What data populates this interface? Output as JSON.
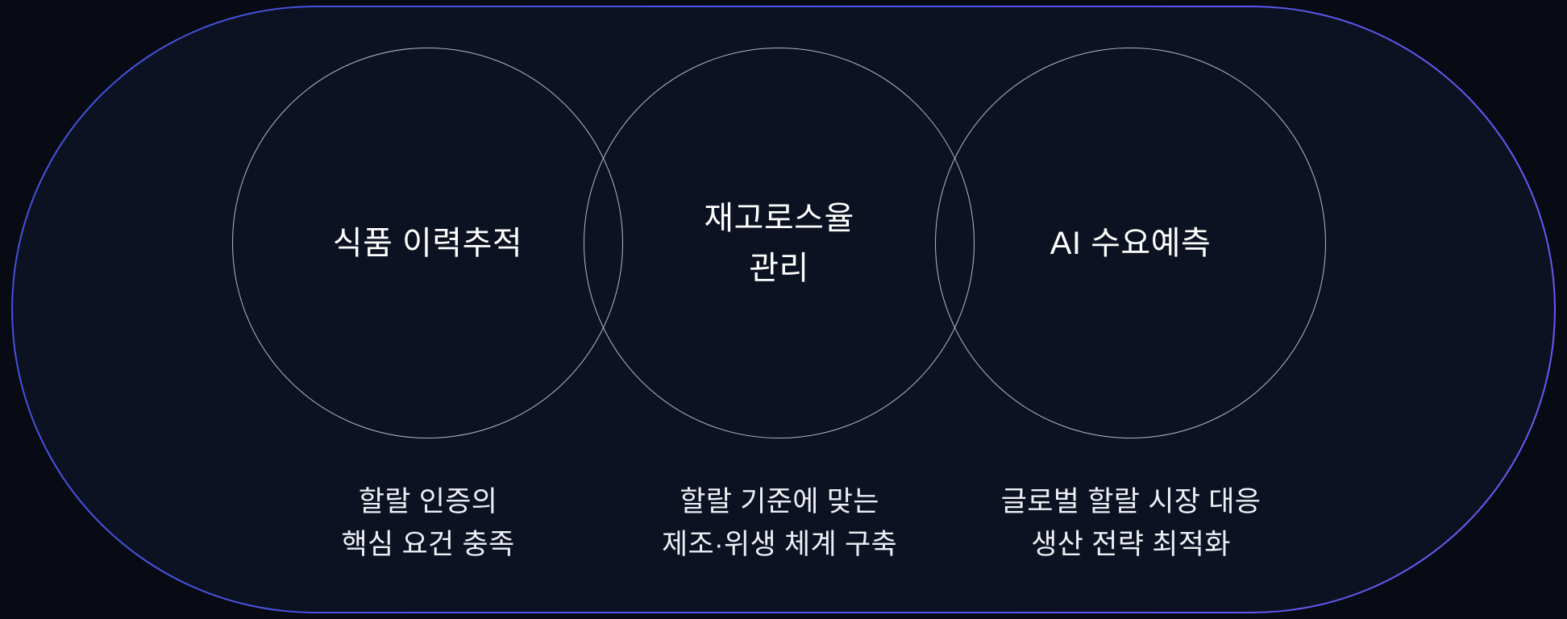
{
  "diagram": {
    "circles": [
      {
        "title_lines": [
          "식품 이력추적"
        ],
        "caption_lines": [
          "할랄 인증의",
          "핵심 요건 충족"
        ]
      },
      {
        "title_lines": [
          "재고로스율",
          "관리"
        ],
        "caption_lines": [
          "할랄 기준에 맞는",
          "제조·위생 체계 구축"
        ]
      },
      {
        "title_lines": [
          "AI 수요예측"
        ],
        "caption_lines": [
          "글로벌 할랄 시장 대응",
          "생산 전략 최적화"
        ]
      }
    ],
    "colors": {
      "page_background": "#080b14",
      "panel_fill": "#0d1222",
      "panel_border_blue": "#4350d8",
      "panel_border_violet": "#6a5af5",
      "circle_outline": "#ced4e0",
      "title_text": "#ffffff",
      "caption_text": "#edeff4"
    }
  }
}
